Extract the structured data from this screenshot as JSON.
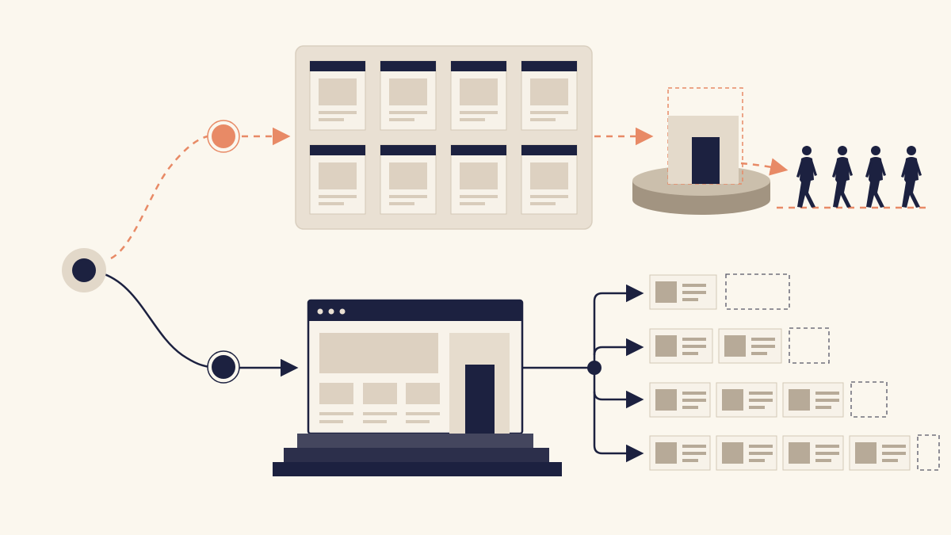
{
  "colors": {
    "background": "#fbf7ee",
    "navy": "#1c2140",
    "accent": "#e88a66",
    "panel": "#e9e0d3",
    "panel_border": "#d9cfbf",
    "card": "#f7f2e9",
    "card_border": "#d3c8b6",
    "placeholder": "#ddd1c1",
    "placeholder_dark": "#b7aa98",
    "line_gray": "#d8ccbb",
    "platform_top": "#cbbfac",
    "platform_side": "#a29481",
    "dark_step": "#44465e"
  },
  "origin": {
    "icon": "dark-node-icon"
  },
  "path_a": {
    "style": "dashed",
    "node_icon": "orange-node-icon",
    "panel_card_count": 8,
    "destination_icon": "pavilion-door-icon",
    "walkers_icon": "walking-person-icon",
    "walker_count": 4
  },
  "path_b": {
    "style": "solid",
    "node_icon": "dark-node-icon",
    "destination_icon": "browser-window-with-door-icon",
    "branch_count": 4,
    "branch_filled_cards": [
      1,
      2,
      3,
      4
    ],
    "branch_empty_slots": [
      1,
      1,
      1,
      1
    ]
  }
}
